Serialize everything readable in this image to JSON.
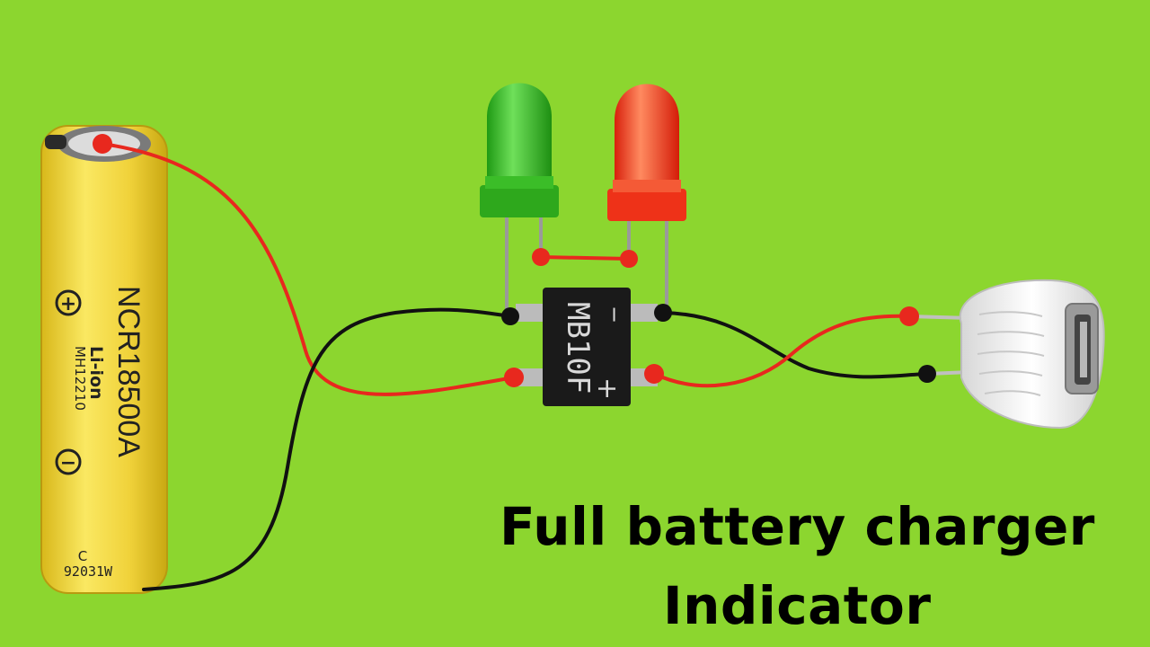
{
  "title": {
    "line1": "Full battery charger",
    "line2": "Indicator"
  },
  "battery": {
    "model": "NCR18500A",
    "chemistry": "Li-ion",
    "code": "MH12210",
    "mark": "C",
    "serial": "92031W",
    "plus": "+",
    "minus": "−"
  },
  "bridge": {
    "model": "MB10F",
    "minus": "−",
    "plus": "+"
  },
  "colors": {
    "background": "#8cd62f",
    "battery": "#f2d636",
    "red_wire": "#e8281e",
    "black_wire": "#111111",
    "led_green": "#36b91f",
    "led_red": "#f03a1c",
    "usb_socket": "#eeeeee"
  },
  "icons": [
    "battery-icon",
    "led-green-icon",
    "led-red-icon",
    "bridge-rectifier-icon",
    "usb-socket-icon"
  ]
}
